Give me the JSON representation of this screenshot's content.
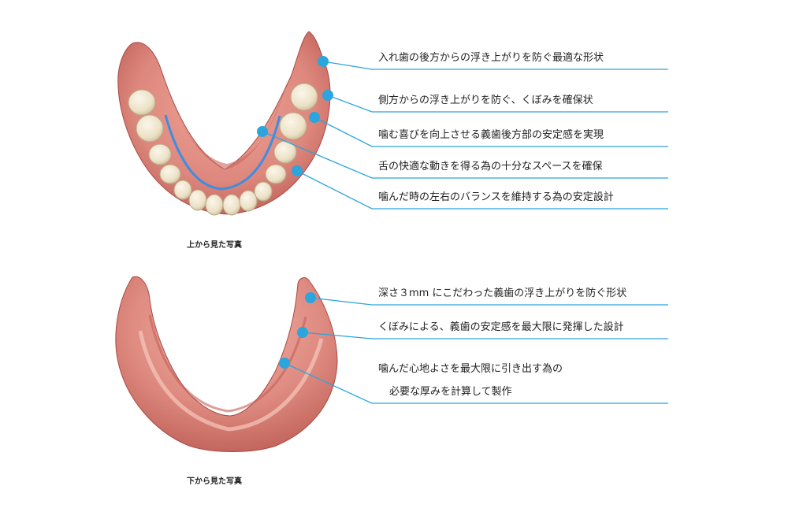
{
  "top_photo": {
    "caption": "上から見た写真",
    "annotations": [
      "入れ歯の後方からの浮き上がりを防ぐ最適な形状",
      "側方からの浮き上がりを防ぐ、くぼみを確保状",
      "噛む喜びを向上させる義歯後方部の安定感を実現",
      "舌の快適な動きを得る為の十分なスペースを確保",
      "噛んだ時の左右のバランスを維持する為の安定設計"
    ]
  },
  "bottom_photo": {
    "caption": "下から見た写真",
    "annotations": [
      "深さ３mm にこだわった義歯の浮き上がりを防ぐ形状",
      "くぼみによる、義歯の安定感を最大限に発揮した設計",
      "噛んだ心地よさを最大限に引き出す為の",
      "必要な厚みを計算して製作"
    ]
  },
  "colors": {
    "accent": "#2aa5dd",
    "gum": "#d9837a",
    "gum_dark": "#b5564f",
    "tooth": "#efe6cf",
    "text": "#222222"
  }
}
